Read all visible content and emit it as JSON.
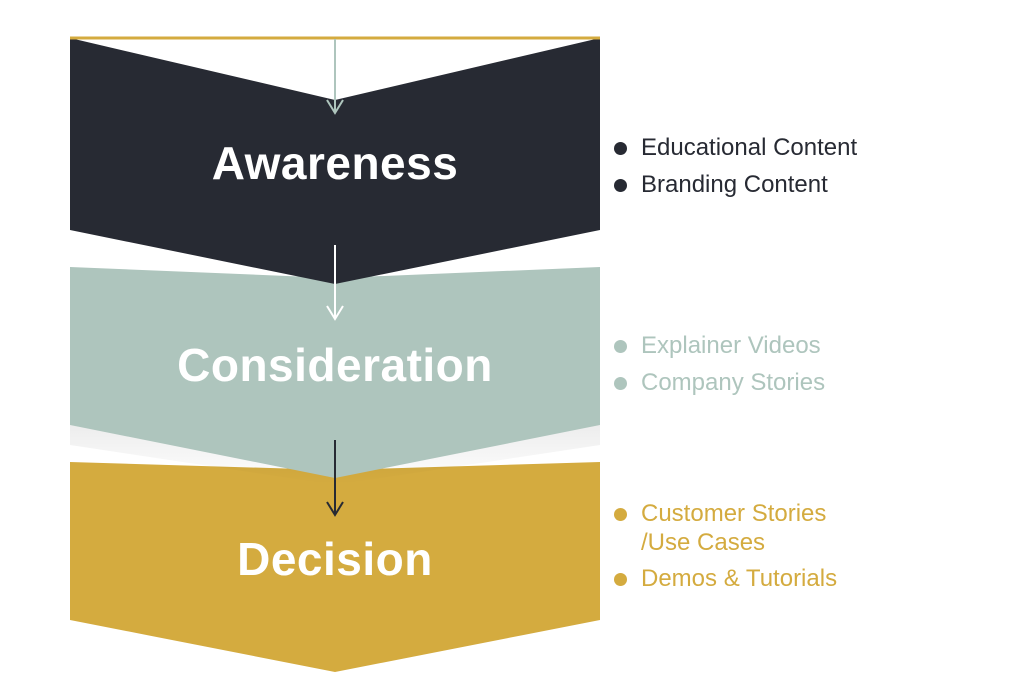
{
  "colors": {
    "awareness": "#272a33",
    "consideration": "#aec5bd",
    "decision": "#d4ab3f"
  },
  "stages": [
    {
      "title": "Awareness",
      "bullets": [
        "Educational Content",
        "Branding Content"
      ]
    },
    {
      "title": "Consideration",
      "bullets": [
        "Explainer Videos",
        "Company Stories"
      ]
    },
    {
      "title": "Decision",
      "bullets": [
        "Customer Stories\n/Use Cases",
        "Demos & Tutorials"
      ]
    }
  ]
}
